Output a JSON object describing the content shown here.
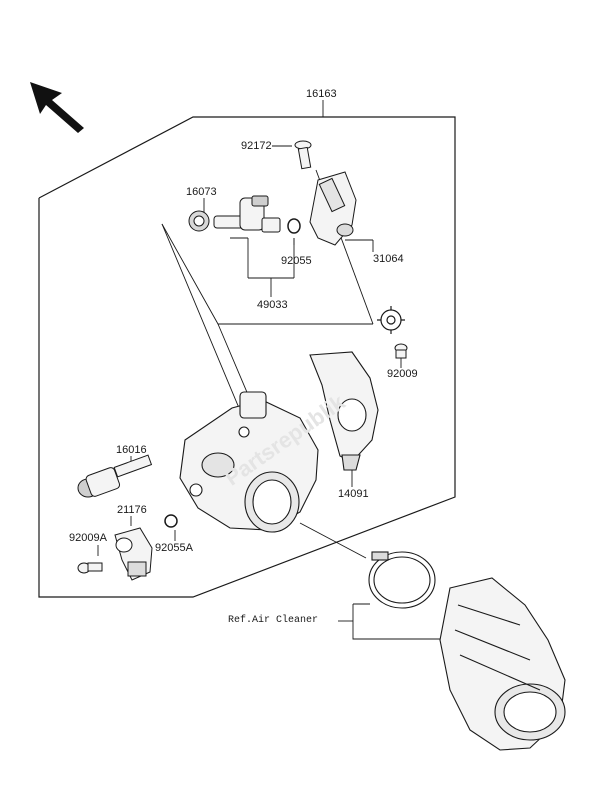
{
  "labels": {
    "assembly": "16163",
    "sensor_bolt": "92172",
    "washer": "16073",
    "sensor": "31064",
    "oring_top": "92055",
    "injector_assy": "49033",
    "screw_right": "92009",
    "throttle_valve": "16016",
    "bracket": "14091",
    "sensor_small": "21176",
    "screw_left": "92009A",
    "oring_left": "92055A",
    "ref_air_cleaner": "Ref.Air Cleaner"
  },
  "watermark": "Partsrepublik",
  "icons": [
    "direction-arrow-icon",
    "gear-logo-icon"
  ],
  "colors": {
    "line": "#1a1a1a",
    "part_fill": "#f4f4f4",
    "shade": "#c8c8c8",
    "watermark": "#e4e4e4"
  }
}
